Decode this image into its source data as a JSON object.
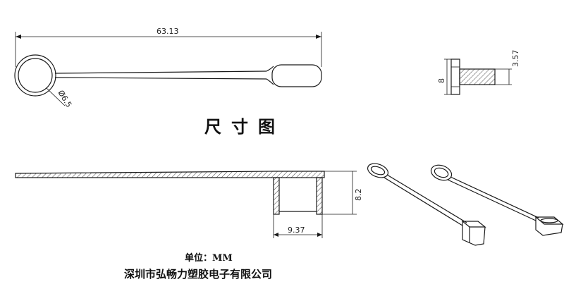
{
  "title": "尺寸图",
  "unit_label": "单位：MM",
  "company": "深圳市弘畅力塑胶电子有限公司",
  "dimensions": {
    "overall_length": "63.13",
    "ring_diameter": "Ø6.5",
    "side_height": "8",
    "side_plug_length": "3.57",
    "section_height": "8.2",
    "section_width": "9.37"
  },
  "colors": {
    "line": "#1a1a1a",
    "hatch": "#444444",
    "background": "#ffffff"
  }
}
